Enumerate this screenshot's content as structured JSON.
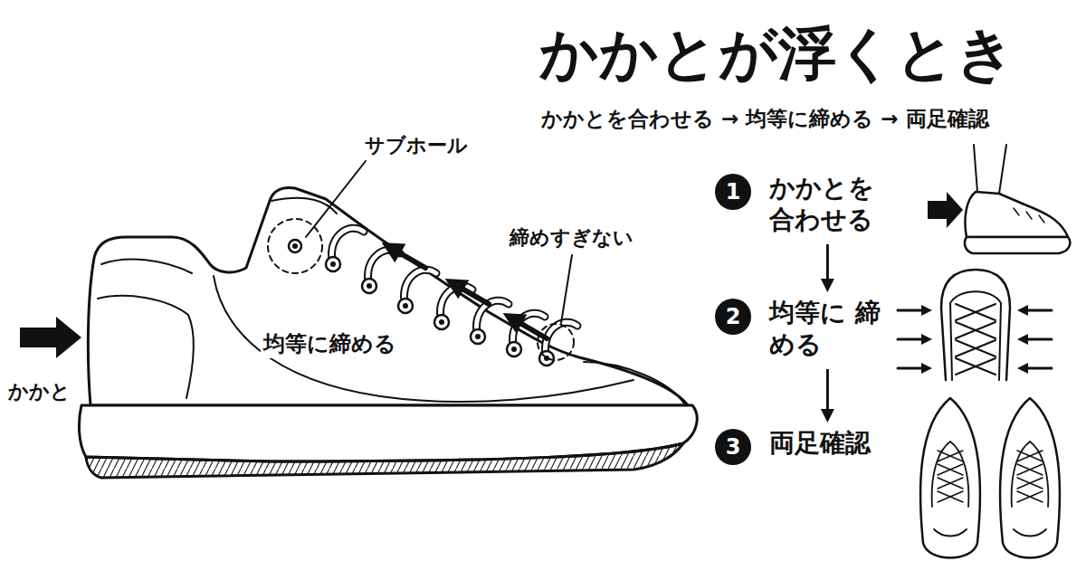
{
  "diagram": {
    "title": "かかとが浮くとき",
    "nodes": [
      {
        "text": [
          "1",
          "かかとを 合わせる"
        ]
      },
      {
        "text": [
          "2",
          "均等に 締める"
        ]
      },
      {
        "text": [
          "3",
          "両足確認"
        ]
      }
    ],
    "edges": [
      {
        "from": 0,
        "to": 1,
        "arrow": "to"
      },
      {
        "from": 1,
        "to": 2,
        "arrow": "to"
      }
    ],
    "labels": [
      "かかとを合わせる → 均等に締める → 両足確認",
      "サブホール",
      "締めすぎない",
      "均等に締める",
      "かかと"
    ]
  }
}
